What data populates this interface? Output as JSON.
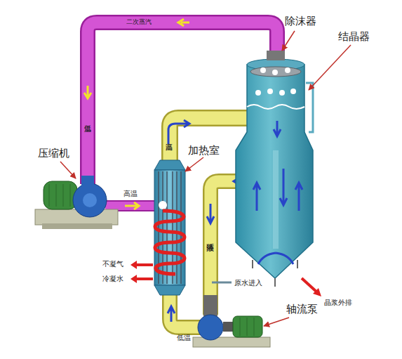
{
  "diagram": {
    "labels": [
      "二次蒸汽",
      "除沫器",
      "结晶器",
      "低温",
      "压缩机",
      "高温",
      "加热室",
      "高温",
      "循环液",
      "不凝气",
      "冷凝水",
      "原水进入",
      "轴流泵",
      "晶浆外排",
      "低温"
    ]
  }
}
